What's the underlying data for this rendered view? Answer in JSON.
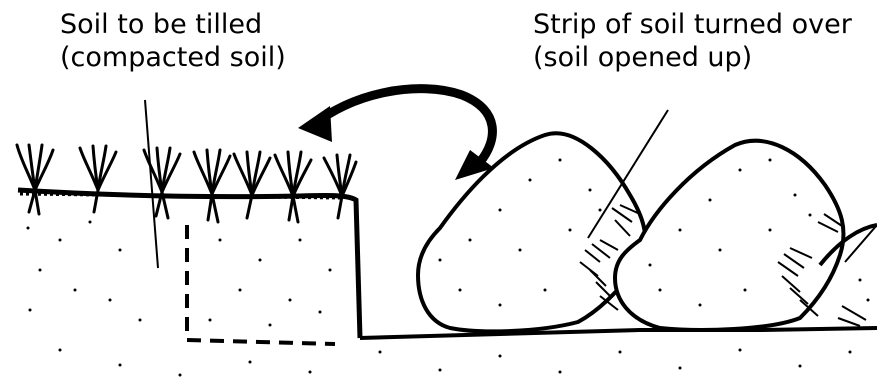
{
  "labels": {
    "soil_to_till": {
      "line1": "Soil to be tilled",
      "line2": "(compacted soil)"
    },
    "turned_strip": {
      "line1": "Strip of soil turned over",
      "line2": "(soil opened up)"
    }
  },
  "colors": {
    "ink": "#000000",
    "paper": "#ffffff"
  }
}
